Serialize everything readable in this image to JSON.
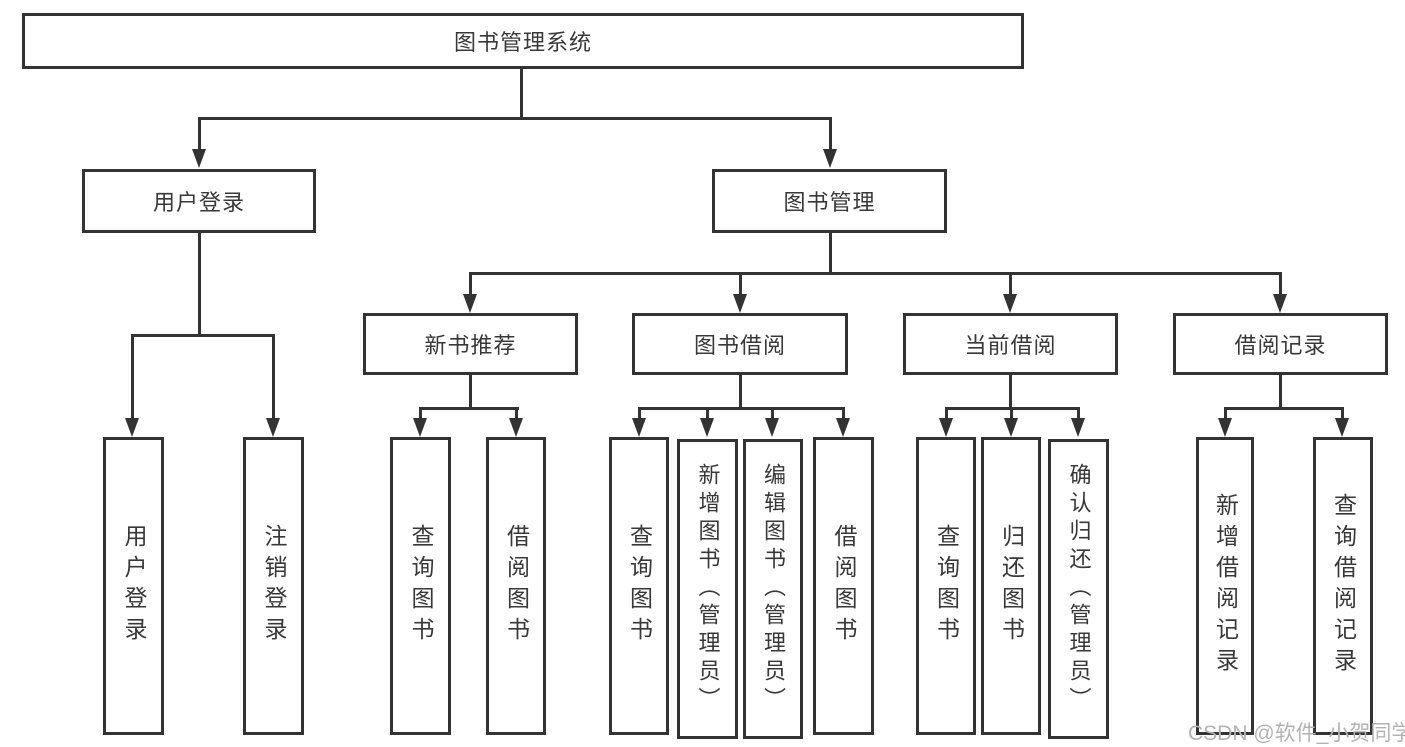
{
  "tree": {
    "label": "图书管理系统",
    "children": [
      {
        "label": "用户登录",
        "children": [
          {
            "label": "用户登录"
          },
          {
            "label": "注销登录"
          }
        ]
      },
      {
        "label": "图书管理",
        "children": [
          {
            "label": "新书推荐",
            "children": [
              {
                "label": "查询图书"
              },
              {
                "label": "借阅图书"
              }
            ]
          },
          {
            "label": "图书借阅",
            "children": [
              {
                "label": "查询图书"
              },
              {
                "label": "新增图书（管理员）"
              },
              {
                "label": "编辑图书（管理员）"
              },
              {
                "label": "借阅图书"
              }
            ]
          },
          {
            "label": "当前借阅",
            "children": [
              {
                "label": "查询图书"
              },
              {
                "label": "归还图书"
              },
              {
                "label": "确认归还（管理员）"
              }
            ]
          },
          {
            "label": "借阅记录",
            "children": [
              {
                "label": "新增借阅记录"
              },
              {
                "label": "查询借阅记录"
              }
            ]
          }
        ]
      }
    ]
  },
  "watermark": {
    "text": "CSDN @软件_小贺同学"
  },
  "colors": {
    "line": "#333333",
    "text": "#383838",
    "watermark": "#b3b3b3",
    "background": "#ffffff"
  }
}
